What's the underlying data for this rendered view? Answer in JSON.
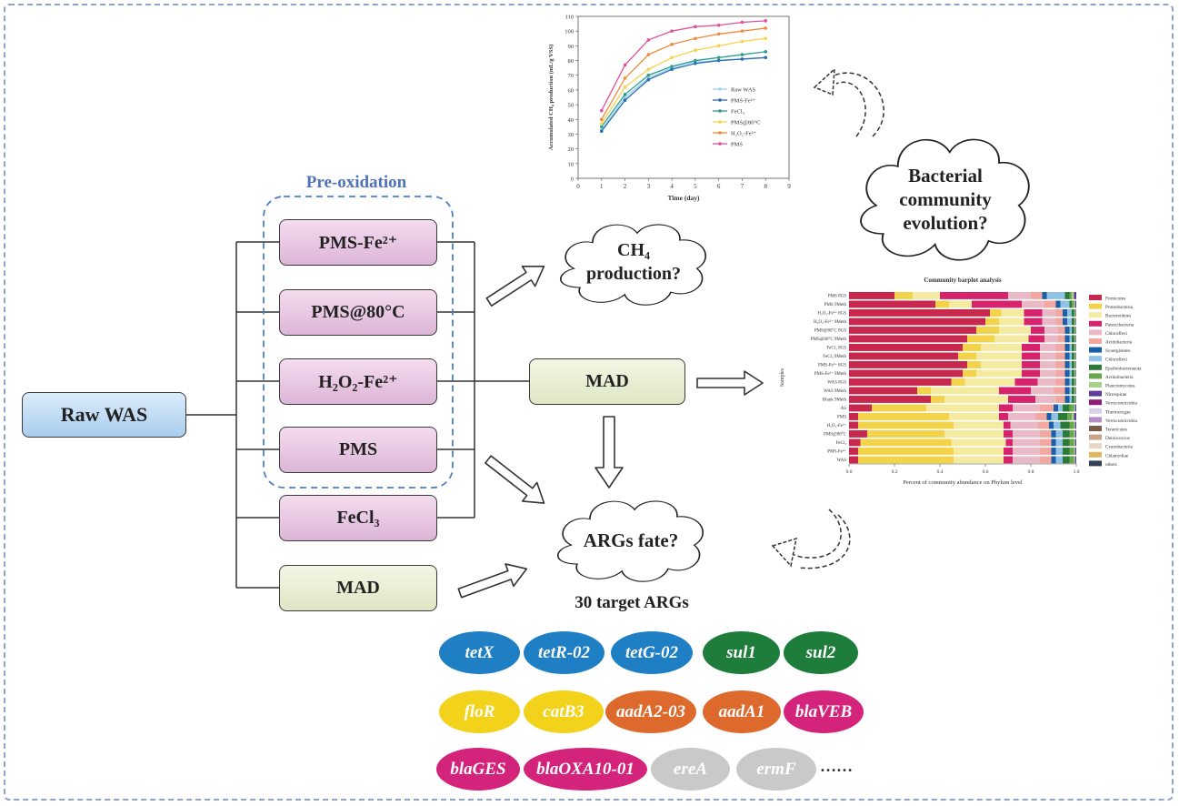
{
  "pre_oxidation_label": "Pre-oxidation",
  "raw_was": "Raw WAS",
  "treatments": {
    "pms_fe": "PMS-Fe²⁺",
    "pms_80": "PMS@80°C",
    "h2o2_fe": "H₂O₂-Fe²⁺",
    "pms": "PMS",
    "fecl3": "FeCl₃",
    "mad": "MAD"
  },
  "mad_center": "MAD",
  "clouds": {
    "ch4": "CH₄ production?",
    "args": "ARGs fate?",
    "bacterial": "Bacterial community evolution?"
  },
  "target_args_label": "30 target ARGs",
  "ellipsis": "……",
  "args": [
    {
      "label": "tetX",
      "color": "#1f7fc4"
    },
    {
      "label": "tetR-02",
      "color": "#1f7fc4"
    },
    {
      "label": "tetG-02",
      "color": "#1f7fc4"
    },
    {
      "label": "sul1",
      "color": "#1e7d3a"
    },
    {
      "label": "sul2",
      "color": "#1e7d3a"
    },
    {
      "label": "floR",
      "color": "#f2d21b"
    },
    {
      "label": "catB3",
      "color": "#f2d21b"
    },
    {
      "label": "aadA2-03",
      "color": "#dd6a2c"
    },
    {
      "label": "aadA1",
      "color": "#dd6a2c"
    },
    {
      "label": "blaVEB",
      "color": "#d4237a"
    },
    {
      "label": "blaGES",
      "color": "#d4237a"
    },
    {
      "label": "blaOXA10-01",
      "color": "#d4237a"
    },
    {
      "label": "ereA",
      "color": "#c9c9c9"
    },
    {
      "label": "ermF",
      "color": "#c9c9c9"
    }
  ],
  "line_chart": {
    "type": "line",
    "xlabel": "Time (day)",
    "ylabel": "Accumulated CH₄ production (mL/g VSS)",
    "xlim": [
      0,
      9
    ],
    "ylim": [
      0,
      110
    ],
    "x_ticks": [
      0,
      1,
      2,
      3,
      4,
      5,
      6,
      7,
      8,
      9
    ],
    "y_ticks": [
      0,
      10,
      20,
      30,
      40,
      50,
      60,
      70,
      80,
      90,
      100,
      110
    ],
    "x": [
      1,
      2,
      3,
      4,
      5,
      6,
      7,
      8
    ],
    "series": [
      {
        "name": "Raw WAS",
        "color": "#9fd3ee",
        "values": [
          33,
          55,
          68,
          75,
          79,
          80,
          81,
          82
        ]
      },
      {
        "name": "PMS-Fe²⁺",
        "color": "#2b6fb0",
        "values": [
          32,
          53,
          67,
          74,
          78,
          80,
          81,
          82
        ]
      },
      {
        "name": "FeCl₃",
        "color": "#2f9e8f",
        "values": [
          35,
          57,
          70,
          76,
          80,
          82,
          84,
          86
        ]
      },
      {
        "name": "PMS@80°C",
        "color": "#f5d24a",
        "values": [
          37,
          62,
          74,
          82,
          87,
          90,
          93,
          95
        ]
      },
      {
        "name": "H₂O₂-Fe²⁺",
        "color": "#f08a3c",
        "values": [
          40,
          68,
          84,
          91,
          95,
          98,
          100,
          102
        ]
      },
      {
        "name": "PMS",
        "color": "#e0529c",
        "values": [
          46,
          77,
          94,
          100,
          103,
          104,
          106,
          107
        ]
      }
    ]
  },
  "bar_chart": {
    "type": "bar",
    "title": "Community barplot analysis",
    "xlabel": "Percent of community abundance on Phylum level",
    "ylabel": "Samples",
    "x_ticks": [
      "0.0",
      "0.2",
      "0.4",
      "0.6",
      "0.8",
      "1.0"
    ],
    "phyla": [
      {
        "name": "Firmicutes",
        "color": "#c8284e"
      },
      {
        "name": "Proteobacteria",
        "color": "#f2d34a"
      },
      {
        "name": "Bacteroidetes",
        "color": "#f4eaa0"
      },
      {
        "name": "Patescibacteria",
        "color": "#d6236c"
      },
      {
        "name": "Chloroflexi",
        "color": "#e9b9c6"
      },
      {
        "name": "Acidobacteria",
        "color": "#f2a7a0"
      },
      {
        "name": "Synergistetes",
        "color": "#1a5fa8"
      },
      {
        "name": "Chloroflexi",
        "color": "#8fc2e6"
      },
      {
        "name": "Epsilonbacteraeota",
        "color": "#2c7a3a"
      },
      {
        "name": "Actinobacteria",
        "color": "#6aa84f"
      },
      {
        "name": "Planctomycetes",
        "color": "#a9d18e"
      },
      {
        "name": "Nitrospirae",
        "color": "#5e3c99"
      },
      {
        "name": "Verrucomicrobia",
        "color": "#8d1c78"
      },
      {
        "name": "Thermotogae",
        "color": "#d8d0e8"
      },
      {
        "name": "Verrucomicrobia",
        "color": "#b48ec4"
      },
      {
        "name": "Tenericutes",
        "color": "#7a5a4a"
      },
      {
        "name": "Deinococcus",
        "color": "#c9a38a"
      },
      {
        "name": "Cyanobacteria",
        "color": "#e8d7c5"
      },
      {
        "name": "Chlamydiae",
        "color": "#e0b860"
      },
      {
        "name": "others",
        "color": "#333f52"
      }
    ],
    "samples": [
      {
        "name": "PMS 8GS",
        "values": [
          0.2,
          0.08,
          0.12,
          0.3,
          0.1,
          0.05,
          0.02,
          0.08,
          0.02,
          0.01,
          0.01,
          0.01
        ]
      },
      {
        "name": "PMS 9Meth",
        "values": [
          0.38,
          0.06,
          0.1,
          0.22,
          0.1,
          0.05,
          0.02,
          0.04,
          0.01,
          0.01,
          0.005,
          0.005
        ]
      },
      {
        "name": "H₂O₂-Fe²⁺ 8GS",
        "values": [
          0.62,
          0.05,
          0.1,
          0.08,
          0.06,
          0.03,
          0.02,
          0.02,
          0.01,
          0.005,
          0.003,
          0.002
        ]
      },
      {
        "name": "H₂O₂-Fe²⁺ 9Meth",
        "values": [
          0.6,
          0.06,
          0.11,
          0.08,
          0.06,
          0.03,
          0.02,
          0.02,
          0.01,
          0.005,
          0.003,
          0.002
        ]
      },
      {
        "name": "PMS@80°C 8GS",
        "values": [
          0.56,
          0.1,
          0.14,
          0.06,
          0.06,
          0.03,
          0.02,
          0.01,
          0.01,
          0.005,
          0.003,
          0.002
        ]
      },
      {
        "name": "PMS@80°C 9Meth",
        "values": [
          0.52,
          0.12,
          0.15,
          0.07,
          0.06,
          0.03,
          0.02,
          0.01,
          0.01,
          0.005,
          0.003,
          0.002
        ]
      },
      {
        "name": "FeCl₃ 8GS",
        "values": [
          0.5,
          0.08,
          0.18,
          0.08,
          0.07,
          0.04,
          0.02,
          0.01,
          0.01,
          0.005,
          0.003,
          0.002
        ]
      },
      {
        "name": "FeCl₃ 9Meth",
        "values": [
          0.48,
          0.08,
          0.2,
          0.08,
          0.07,
          0.04,
          0.02,
          0.01,
          0.01,
          0.005,
          0.003,
          0.002
        ]
      },
      {
        "name": "PMS-Fe²⁺ 8GS",
        "values": [
          0.52,
          0.06,
          0.18,
          0.08,
          0.07,
          0.04,
          0.02,
          0.01,
          0.01,
          0.005,
          0.003,
          0.002
        ]
      },
      {
        "name": "PMS-Fe²⁺ 9Meth",
        "values": [
          0.5,
          0.06,
          0.2,
          0.08,
          0.07,
          0.04,
          0.02,
          0.01,
          0.01,
          0.005,
          0.003,
          0.002
        ]
      },
      {
        "name": "WAS 8GS",
        "values": [
          0.45,
          0.06,
          0.22,
          0.1,
          0.08,
          0.04,
          0.02,
          0.01,
          0.01,
          0.005,
          0.003,
          0.002
        ]
      },
      {
        "name": "WAS 9Meth",
        "values": [
          0.3,
          0.06,
          0.3,
          0.14,
          0.1,
          0.05,
          0.02,
          0.01,
          0.01,
          0.005,
          0.003,
          0.002
        ]
      },
      {
        "name": "Blank 9Meth",
        "values": [
          0.36,
          0.06,
          0.28,
          0.12,
          0.09,
          0.04,
          0.02,
          0.01,
          0.01,
          0.005,
          0.003,
          0.002
        ]
      },
      {
        "name": "AS",
        "values": [
          0.1,
          0.24,
          0.32,
          0.06,
          0.12,
          0.06,
          0.02,
          0.02,
          0.03,
          0.02,
          0.005,
          0.005
        ]
      },
      {
        "name": "PMS",
        "values": [
          0.04,
          0.4,
          0.22,
          0.04,
          0.12,
          0.05,
          0.02,
          0.03,
          0.04,
          0.02,
          0.01,
          0.01
        ]
      },
      {
        "name": "H₂O₂-Fe²⁺",
        "values": [
          0.04,
          0.42,
          0.22,
          0.03,
          0.12,
          0.05,
          0.02,
          0.03,
          0.04,
          0.02,
          0.005,
          0.005
        ]
      },
      {
        "name": "PMS@80°C",
        "values": [
          0.08,
          0.34,
          0.26,
          0.04,
          0.12,
          0.05,
          0.02,
          0.03,
          0.03,
          0.02,
          0.005,
          0.005
        ]
      },
      {
        "name": "FeCl₃",
        "values": [
          0.05,
          0.4,
          0.24,
          0.03,
          0.12,
          0.05,
          0.02,
          0.03,
          0.03,
          0.02,
          0.005,
          0.005
        ]
      },
      {
        "name": "PMS-Fe²⁺",
        "values": [
          0.04,
          0.42,
          0.22,
          0.04,
          0.12,
          0.05,
          0.02,
          0.03,
          0.03,
          0.02,
          0.005,
          0.005
        ]
      },
      {
        "name": "WAS",
        "values": [
          0.04,
          0.42,
          0.22,
          0.04,
          0.12,
          0.05,
          0.02,
          0.03,
          0.03,
          0.02,
          0.005,
          0.005
        ]
      }
    ]
  }
}
